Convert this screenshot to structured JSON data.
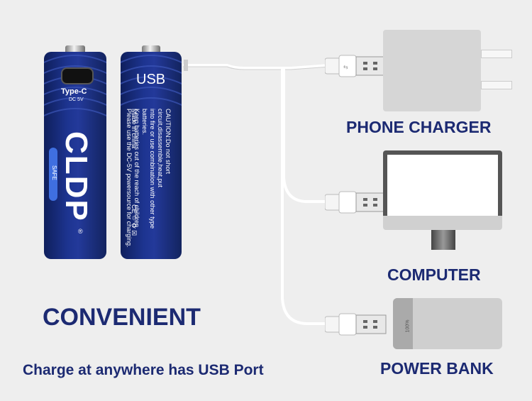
{
  "battery_left": {
    "port_label": "Type-C",
    "spec": "DC 5V",
    "brand": "CLDP",
    "registered": "®",
    "safe_label": "SAFE"
  },
  "battery_right": {
    "port_label": "USB",
    "caution_text": "CAUTION:Do not short circuit,disassemble,heat,put\ninto fire or use combination with other type batteries.\nKeep batteries out of the reach of children.\nPlease use the DC-5V powersource for charging.",
    "made_in": "Made in china",
    "marks": "CE ♲ ♻ ☒"
  },
  "devices": {
    "phone_charger": "PHONE CHARGER",
    "computer": "COMPUTER",
    "power_bank": "POWER BANK"
  },
  "power_bank_label": "100%",
  "headline": "CONVENIENT",
  "tagline": "Charge at anywhere has USB Port",
  "colors": {
    "text": "#1c2a72",
    "battery": "#1d3490",
    "cable": "#ffffff"
  }
}
